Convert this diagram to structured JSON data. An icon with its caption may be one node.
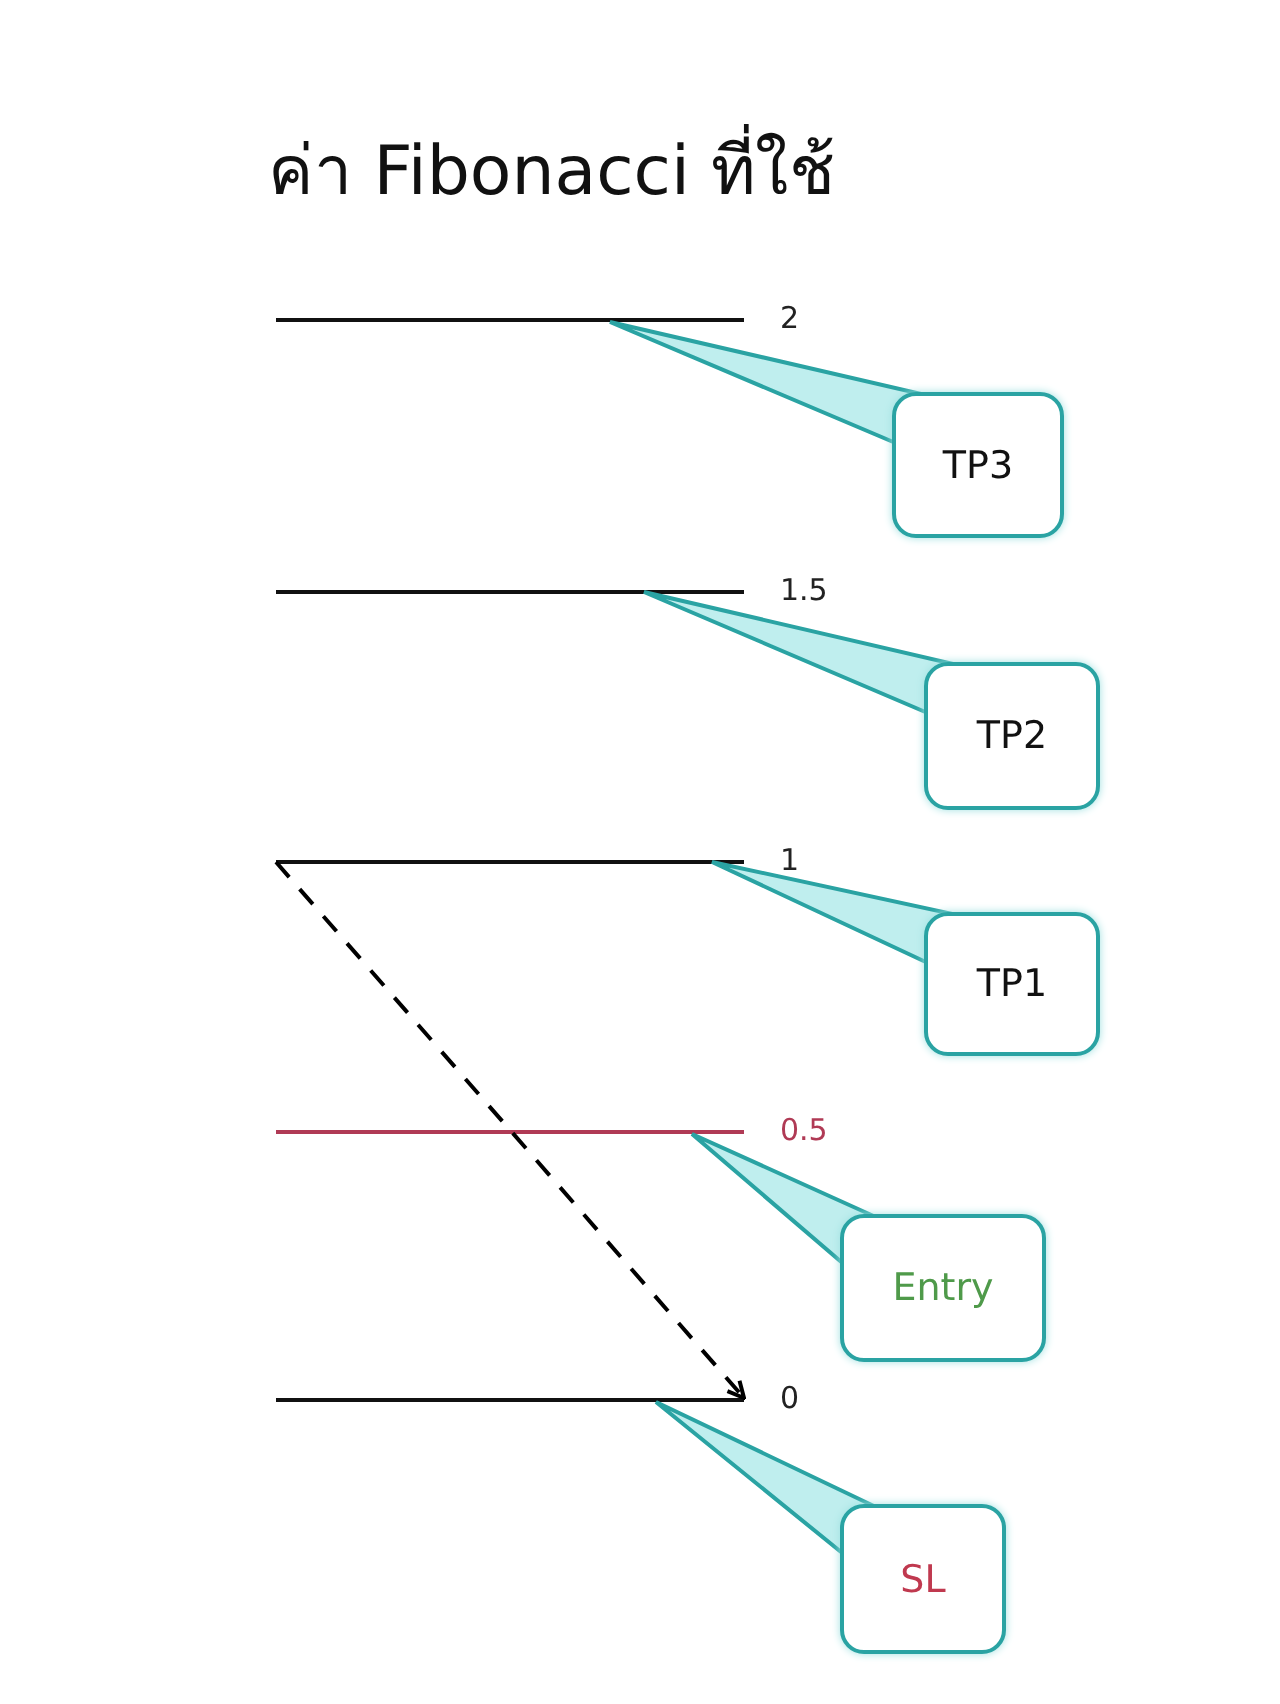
{
  "diagram": {
    "title": "ค่า Fibonacci ที่ใช้",
    "nodes": [
      {
        "text": [],
        "shape": "bar",
        "beside": [
          "2"
        ]
      },
      {
        "text": [
          "TP3"
        ]
      },
      {
        "text": [],
        "shape": "bar",
        "beside": [
          "1.5"
        ]
      },
      {
        "text": [
          "TP2"
        ]
      },
      {
        "text": [],
        "shape": "bar",
        "beside": [
          "1"
        ]
      },
      {
        "text": [
          "TP1"
        ]
      },
      {
        "text": [],
        "shape": "bar",
        "beside": [
          "0.5"
        ]
      },
      {
        "text": [
          "Entry"
        ]
      },
      {
        "text": [],
        "shape": "bar",
        "beside": [
          "0"
        ]
      },
      {
        "text": [
          "SL"
        ]
      }
    ],
    "edges": [
      {
        "from": 1,
        "to": 0,
        "arrow": "none"
      },
      {
        "from": 3,
        "to": 2,
        "arrow": "none"
      },
      {
        "from": 5,
        "to": 4,
        "arrow": "none"
      },
      {
        "from": 7,
        "to": 6,
        "arrow": "none"
      },
      {
        "from": 9,
        "to": 8,
        "arrow": "none"
      },
      {
        "from": 4,
        "to": 8,
        "arrow": "to",
        "style": "dashed",
        "color": "#000000"
      }
    ]
  }
}
